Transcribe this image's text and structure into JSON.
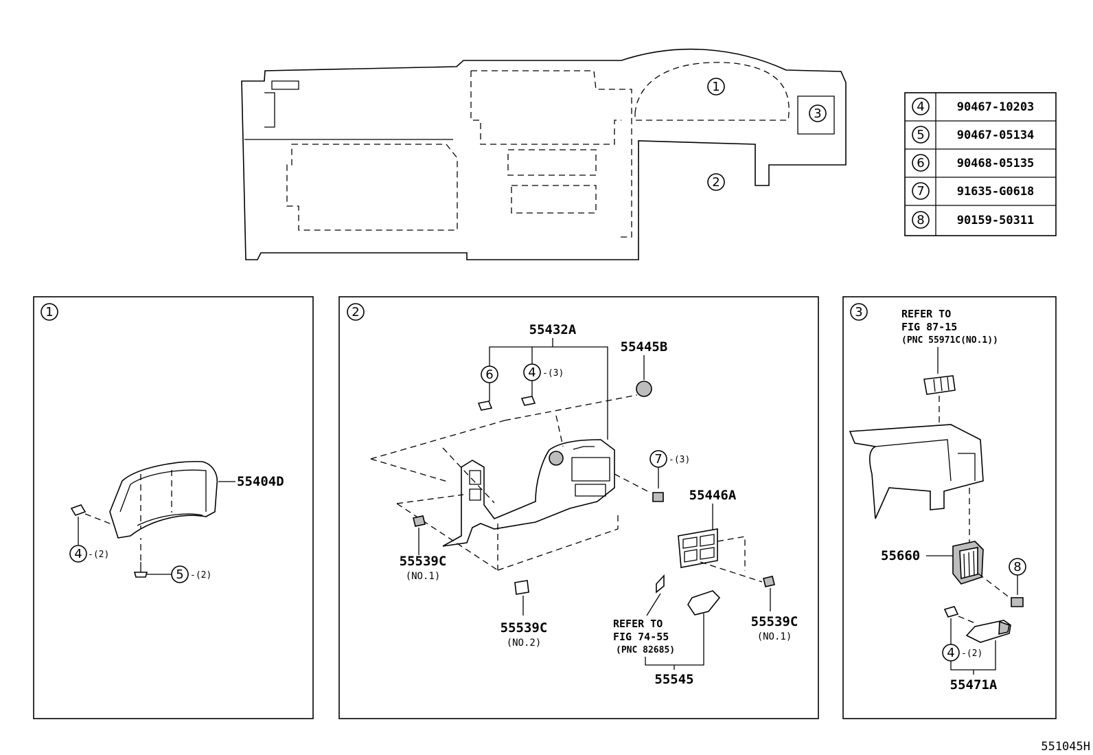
{
  "diagram_code": "551045H",
  "overview": {
    "callouts": [
      "1",
      "2",
      "3"
    ]
  },
  "fastener_table": [
    {
      "ref": "4",
      "part_number": "90467-10203"
    },
    {
      "ref": "5",
      "part_number": "90467-05134"
    },
    {
      "ref": "6",
      "part_number": "90468-05135"
    },
    {
      "ref": "7",
      "part_number": "91635-G0618"
    },
    {
      "ref": "8",
      "part_number": "90159-50311"
    }
  ],
  "panel1": {
    "number": "1",
    "part": "55404D",
    "callout_a": {
      "ref": "4",
      "qty": "-(2)"
    },
    "callout_b": {
      "ref": "5",
      "qty": "-(2)"
    }
  },
  "panel2": {
    "number": "2",
    "top_part": "55432A",
    "knob_part": "55445B",
    "callout_6": "6",
    "callout_4": {
      "ref": "4",
      "qty": "-(3)"
    },
    "callout_7": {
      "ref": "7",
      "qty": "-(3)"
    },
    "bezel_part": "55446A",
    "clip_left": {
      "part": "55539C",
      "note": "(NO.1)"
    },
    "clip_bottom": {
      "part": "55539C",
      "note": "(NO.2)"
    },
    "clip_right": {
      "part": "55539C",
      "note": "(NO.1)"
    },
    "refer": {
      "line1": "REFER TO",
      "line2": "FIG 74-55",
      "line3": "(PNC 82685)"
    },
    "bottom_part": "55545"
  },
  "panel3": {
    "number": "3",
    "refer": {
      "line1": "REFER TO",
      "line2": "FIG 87-15",
      "line3": "(PNC 55971C(NO.1))"
    },
    "vent_part": "55660",
    "callout_8": "8",
    "callout_4": {
      "ref": "4",
      "qty": "-(2)"
    },
    "bottom_part": "55471A"
  }
}
